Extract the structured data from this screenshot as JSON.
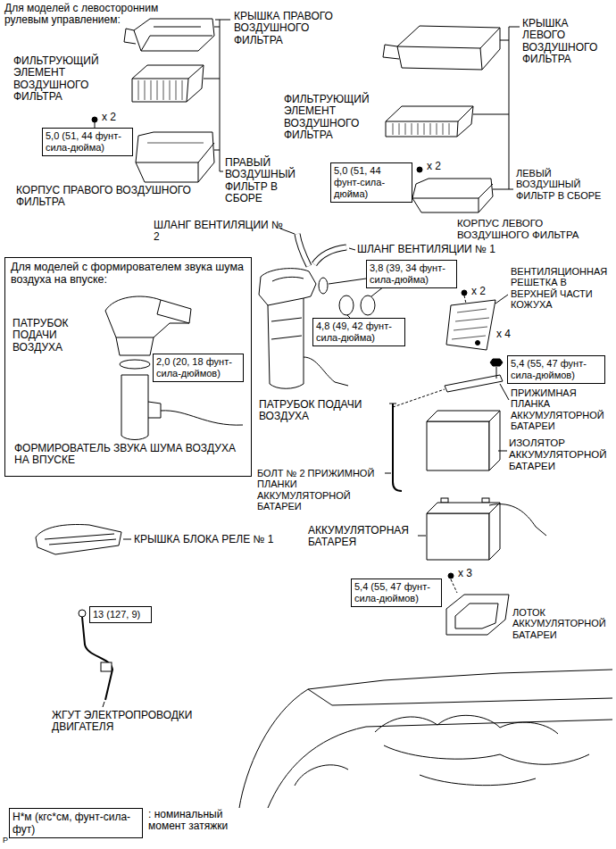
{
  "diagram": {
    "nodes": [
      {
        "text": [
          "5,0 (51, 44 фунт-сила-дюйма)"
        ]
      },
      {
        "text": [
          "5,0 (51, 44 фунт-сила-дюйма)"
        ]
      },
      {
        "text": [
          "Для моделей с формирователем звука шума воздуха на впуске:",
          "ПАТРУБОК ПОДАЧИ ВОЗДУХА",
          "ФОРМИРОВАТЕЛЬ ЗВУКА ШУМА ВОЗДУХА НА ВПУСКЕ"
        ]
      },
      {
        "text": [
          "2,0 (20, 18 фунт-сила-дюймов)"
        ],
        "in": 2
      },
      {
        "text": [
          "3,8 (39, 34 фунт-сила-дюйма)"
        ]
      },
      {
        "text": [
          "4,8 (49, 42 фунт-сила-дюйма)"
        ]
      },
      {
        "text": [
          "5,4 (55, 47 фунт-сила-дюймов)"
        ]
      },
      {
        "text": [
          "5,4 (55, 47 фунт-сила-дюймов)"
        ]
      },
      {
        "text": [
          "13 (127, 9)"
        ]
      },
      {
        "text": [
          "Н*м (кгс*см, фунт-сила-фут)"
        ]
      }
    ],
    "labels": [
      "Для моделей с левосторонним рулевым управлением:",
      "КРЫШКА ПРАВОГО ВОЗДУШНОГО ФИЛЬТРА",
      "КРЫШКА ЛЕВОГО ВОЗДУШНОГО ФИЛЬТРА",
      "ФИЛЬТРУЮЩИЙ ЭЛЕМЕНТ ВОЗДУШНОГО ФИЛЬТРА",
      "x 2",
      "ФИЛЬТРУЮЩИЙ ЭЛЕМЕНТ ВОЗДУШНОГО ФИЛЬТРА",
      "x 2",
      "ПРАВЫЙ ВОЗДУШНЫЙ ФИЛЬТР В СБОРЕ",
      "КОРПУС ПРАВОГО ВОЗДУШНОГО ФИЛЬТРА",
      "ЛЕВЫЙ ВОЗДУШНЫЙ ФИЛЬТР В СБОРЕ",
      "КОРПУС ЛЕВОГО ВОЗДУШНОГО ФИЛЬТРА",
      "ШЛАНГ ВЕНТИЛЯЦИИ № 2",
      "ШЛАНГ ВЕНТИЛЯЦИИ № 1",
      "x 2",
      "ВЕНТИЛЯЦИОННАЯ РЕШЕТКА В ВЕРХНЕЙ ЧАСТИ КОЖУХА",
      "x 4",
      "ПАТРУБОК ПОДАЧИ ВОЗДУХА",
      "ПРИЖИМНАЯ ПЛАНКА АККУМУЛЯТОРНОЙ БАТАРЕИ",
      "ИЗОЛЯТОР АККУМУЛЯТОРНОЙ БАТАРЕИ",
      "БОЛТ № 2 ПРИЖИМНОЙ ПЛАНКИ АККУМУЛЯТОРНОЙ БАТАРЕИ",
      "АККУМУЛЯТОРНАЯ БАТАРЕЯ",
      "КРЫШКА БЛОКА РЕЛЕ № 1",
      "x 3",
      "ЛОТОК АККУМУЛЯТОРНОЙ БАТАРЕИ",
      "ЖГУТ ЭЛЕКТРОПРОВОДКИ ДВИГАТЕЛЯ",
      "P"
    ],
    "legend": [
      {
        "text": ": номинальный момент затяжки"
      }
    ]
  }
}
